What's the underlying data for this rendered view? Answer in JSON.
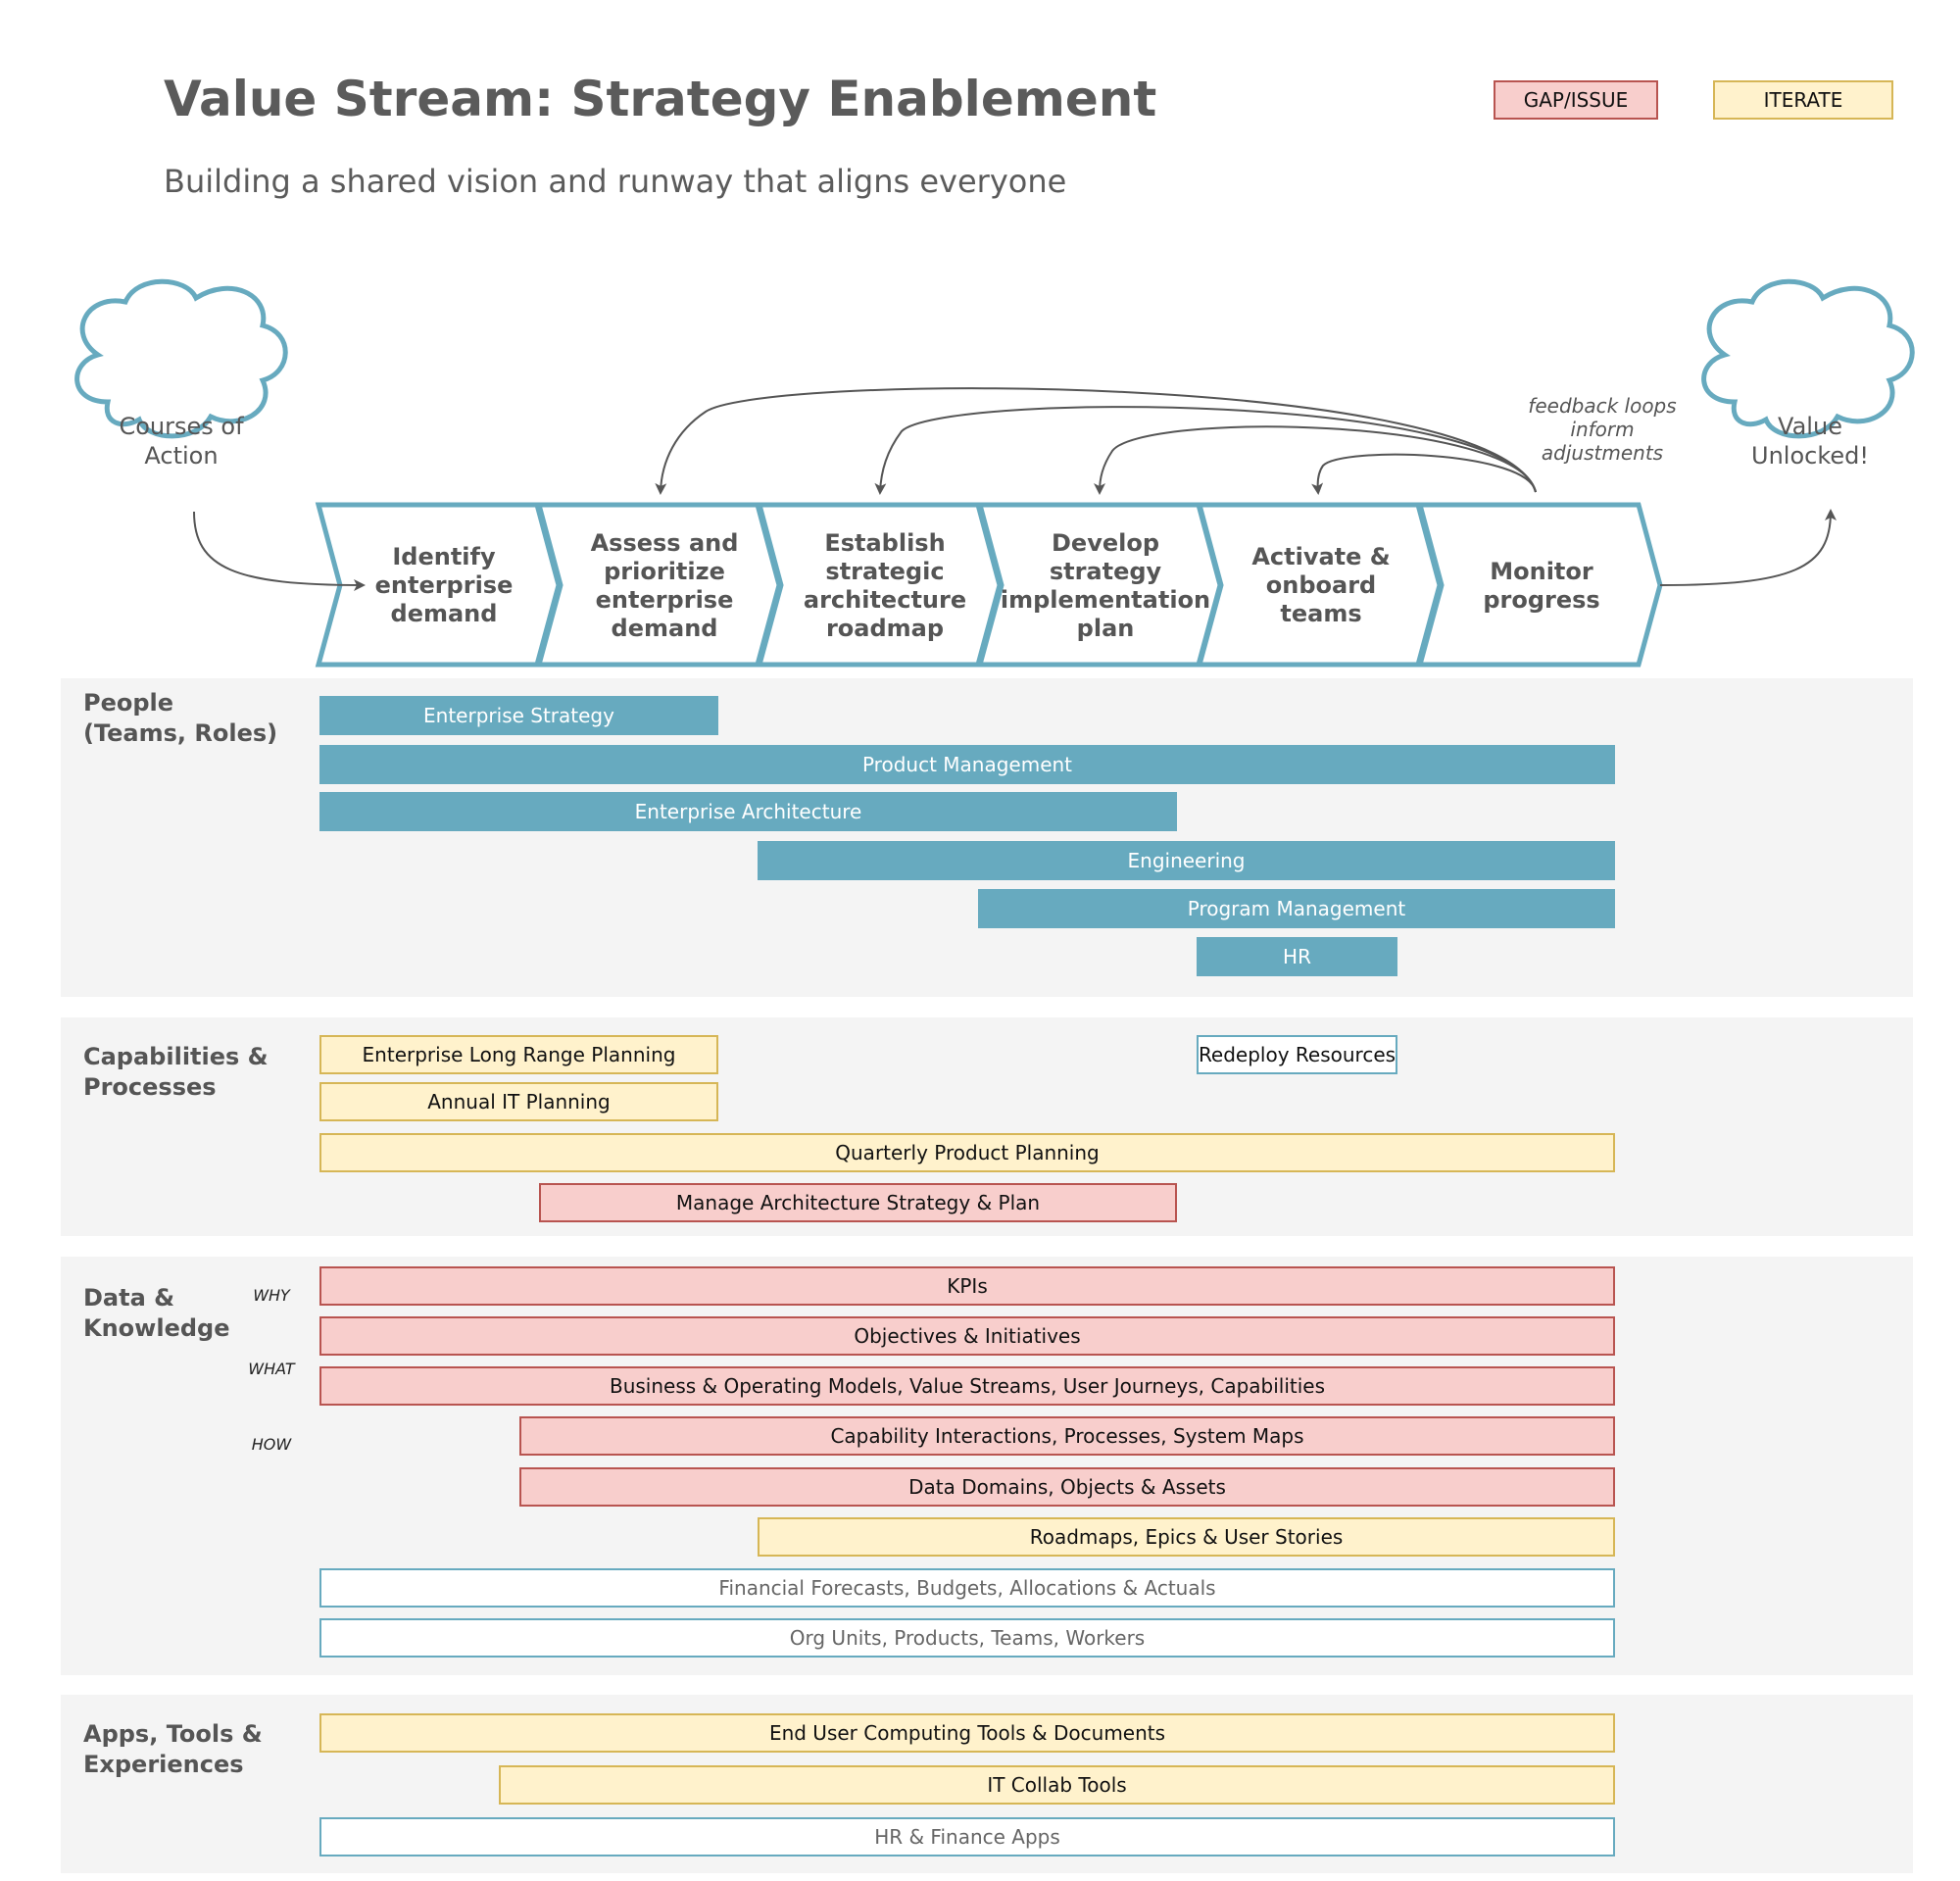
{
  "header": {
    "title": "Value Stream: Strategy Enablement",
    "subtitle": "Building a shared vision and runway that aligns everyone"
  },
  "legend": {
    "gap": "GAP/ISSUE",
    "iterate": "ITERATE"
  },
  "colors": {
    "teal": "#67aabf",
    "gap_fill": "#f8cecc",
    "gap_border": "#b85450",
    "iterate_fill": "#fff2cc",
    "iterate_border": "#d6b656",
    "section_bg": "#f4f4f4"
  },
  "start_cloud": "Courses of\nAction",
  "end_cloud": "Value\nUnlocked!",
  "feedback_note": "feedback loops\ninform\nadjustments",
  "steps": [
    "Identify\nenterprise\ndemand",
    "Assess and\nprioritize\nenterprise\ndemand",
    "Establish\nstrategic\narchitecture\nroadmap",
    "Develop\nstrategy\nimplementation\nplan",
    "Activate &\nonboard teams",
    "Monitor\nprogress"
  ],
  "sections": {
    "people": {
      "label": "People\n(Teams, Roles)",
      "bars": [
        "Enterprise Strategy",
        "Product Management",
        "Enterprise Architecture",
        "Engineering",
        "Program Management",
        "HR"
      ]
    },
    "capabilities": {
      "label": "Capabilities &\nProcesses",
      "bars": [
        "Enterprise Long Range Planning",
        "Redeploy Resources",
        "Annual IT Planning",
        "Quarterly Product Planning",
        "Manage Architecture Strategy & Plan"
      ]
    },
    "data": {
      "label": "Data &\nKnowledge",
      "tiers": [
        "WHY",
        "WHAT",
        "HOW"
      ],
      "bars": [
        "KPIs",
        "Objectives & Initiatives",
        "Business & Operating Models, Value Streams, User Journeys, Capabilities",
        "Capability Interactions, Processes, System Maps",
        "Data Domains, Objects & Assets",
        "Roadmaps, Epics & User Stories",
        "Financial Forecasts, Budgets, Allocations & Actuals",
        "Org Units, Products, Teams, Workers"
      ]
    },
    "apps": {
      "label": "Apps, Tools &\nExperiences",
      "bars": [
        "End User Computing Tools & Documents",
        "IT Collab Tools",
        "HR & Finance Apps"
      ]
    }
  }
}
